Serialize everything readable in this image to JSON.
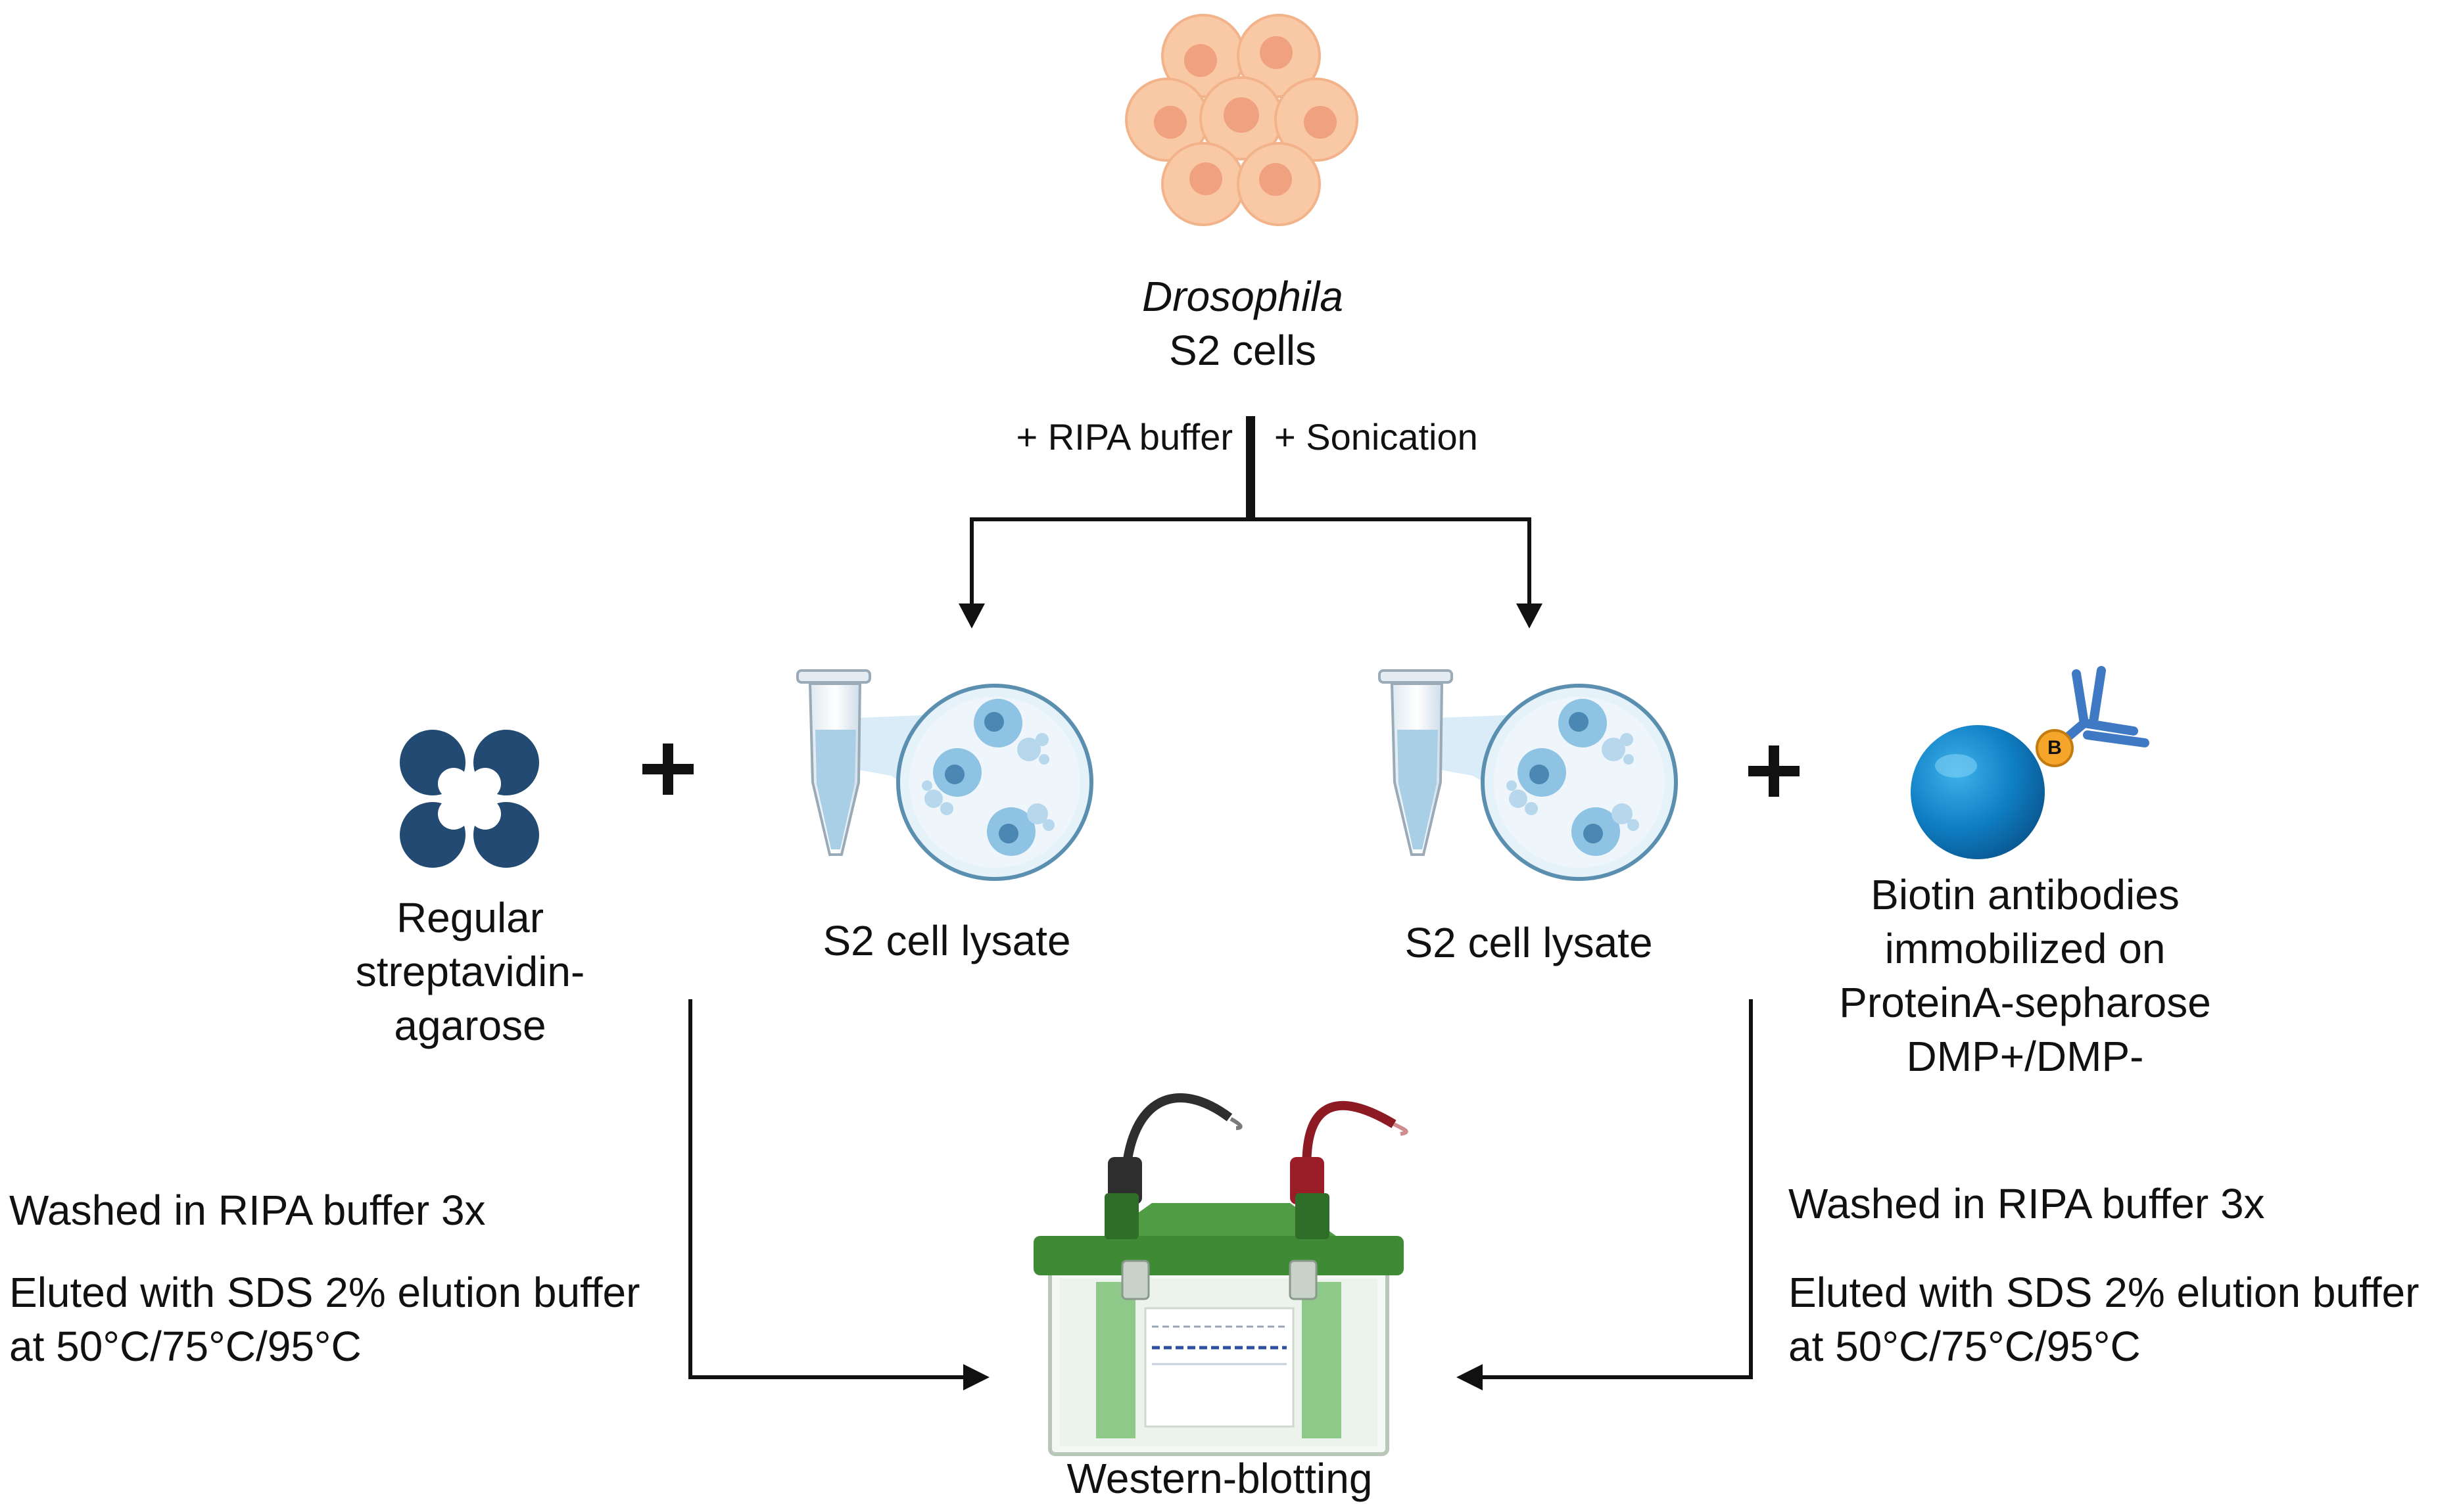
{
  "cells": {
    "name_italic": "Drosophila",
    "name_rest": "S2 cells"
  },
  "split": {
    "left_label": "+ RIPA buffer",
    "right_label": "+ Sonication"
  },
  "plus_sign": "+",
  "left_branch": {
    "bead_label": [
      "Regular",
      "streptavidin-",
      "agarose"
    ],
    "lysate_label": "S2 cell lysate",
    "wash_text": "Washed in RIPA buffer 3x",
    "elute_text": [
      "Eluted with SDS 2% elution buffer",
      "at 50°C/75°C/95°C"
    ]
  },
  "right_branch": {
    "lysate_label": "S2 cell lysate",
    "bead_label": [
      "Biotin antibodies",
      "immobilized on",
      "ProteinA-sepharose",
      "DMP+/DMP-"
    ],
    "biotin_badge": "B",
    "wash_text": "Washed in RIPA buffer 3x",
    "elute_text": [
      "Eluted with SDS 2% elution buffer",
      "at 50°C/75°C/95°C"
    ]
  },
  "result": {
    "label": "Western-blotting"
  },
  "colors": {
    "cell_fill": "#f9c9a6",
    "cell_nucleus": "#f0a17f",
    "streptavidin": "#234a73",
    "sepharose_bead": "#0f7fc4",
    "antibody": "#3f79c4",
    "biotin": "#f4a52a",
    "gel_frame": "#3f8a35",
    "gel_panel": "#8fc98a",
    "lysate_blue": "#8ec3e3",
    "line": "#111111"
  }
}
